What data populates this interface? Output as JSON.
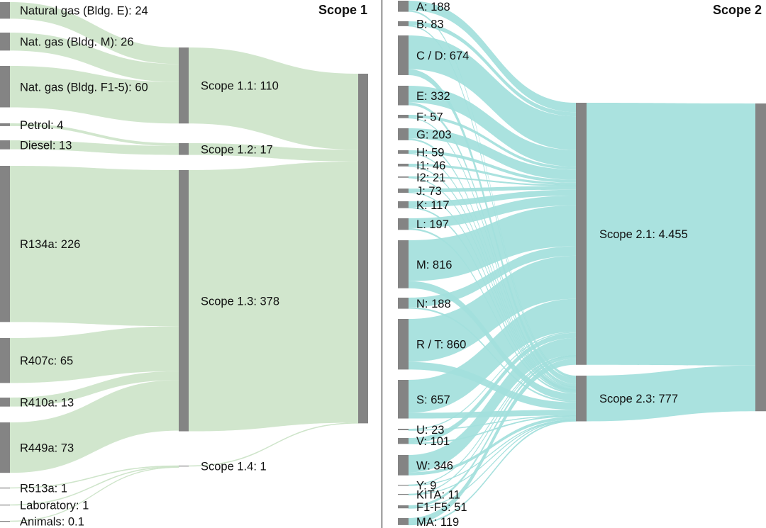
{
  "chart_data": {
    "type": "sankey",
    "panels": [
      {
        "title": "Scope 1",
        "colors": {
          "flow": "#cde4c9",
          "node": "#848484"
        },
        "nodes": [
          {
            "id": "ng_e",
            "label": "Natural gas (Bldg. E)",
            "value": 24,
            "value_label": "24"
          },
          {
            "id": "ng_m",
            "label": "Nat. gas (Bldg. M)",
            "value": 26,
            "value_label": "26"
          },
          {
            "id": "ng_f",
            "label": "Nat. gas (Bldg. F1-5)",
            "value": 60,
            "value_label": "60"
          },
          {
            "id": "petrol",
            "label": "Petrol",
            "value": 4,
            "value_label": "4"
          },
          {
            "id": "diesel",
            "label": "Diesel",
            "value": 13,
            "value_label": "13"
          },
          {
            "id": "r134a",
            "label": "R134a",
            "value": 226,
            "value_label": "226"
          },
          {
            "id": "r407c",
            "label": "R407c",
            "value": 65,
            "value_label": "65"
          },
          {
            "id": "r410a",
            "label": "R410a",
            "value": 13,
            "value_label": "13"
          },
          {
            "id": "r449a",
            "label": "R449a",
            "value": 73,
            "value_label": "73"
          },
          {
            "id": "r513a",
            "label": "R513a",
            "value": 1,
            "value_label": "1"
          },
          {
            "id": "lab",
            "label": "Laboratory",
            "value": 1,
            "value_label": "1"
          },
          {
            "id": "animals",
            "label": "Animals",
            "value": 0.1,
            "value_label": "0.1"
          },
          {
            "id": "s11",
            "label": "Scope 1.1",
            "value": 110,
            "value_label": "110"
          },
          {
            "id": "s12",
            "label": "Scope 1.2",
            "value": 17,
            "value_label": "17"
          },
          {
            "id": "s13",
            "label": "Scope 1.3",
            "value": 378,
            "value_label": "378"
          },
          {
            "id": "s14",
            "label": "Scope 1.4",
            "value": 1,
            "value_label": "1"
          },
          {
            "id": "s1",
            "label": "",
            "value": 506,
            "value_label": ""
          }
        ],
        "links": [
          [
            "ng_e",
            "s11",
            24
          ],
          [
            "ng_m",
            "s11",
            26
          ],
          [
            "ng_f",
            "s11",
            60
          ],
          [
            "petrol",
            "s12",
            4
          ],
          [
            "diesel",
            "s12",
            13
          ],
          [
            "r134a",
            "s13",
            226
          ],
          [
            "r407c",
            "s13",
            65
          ],
          [
            "r410a",
            "s13",
            13
          ],
          [
            "r449a",
            "s13",
            73
          ],
          [
            "r513a",
            "s14",
            1
          ],
          [
            "lab",
            "s14",
            1
          ],
          [
            "animals",
            "s14",
            0.1
          ],
          [
            "s11",
            "s1",
            110
          ],
          [
            "s12",
            "s1",
            17
          ],
          [
            "s13",
            "s1",
            378
          ],
          [
            "s14",
            "s1",
            1
          ]
        ]
      },
      {
        "title": "Scope 2",
        "colors": {
          "flow": "#a3dfdc",
          "node": "#848484"
        },
        "nodes": [
          {
            "id": "A",
            "label": "A",
            "value": 188,
            "value_label": "188"
          },
          {
            "id": "B",
            "label": "B",
            "value": 83,
            "value_label": "83"
          },
          {
            "id": "CD",
            "label": "C / D",
            "value": 674,
            "value_label": "674"
          },
          {
            "id": "E",
            "label": "E",
            "value": 332,
            "value_label": "332"
          },
          {
            "id": "F",
            "label": "F",
            "value": 57,
            "value_label": "57"
          },
          {
            "id": "G",
            "label": "G",
            "value": 203,
            "value_label": "203"
          },
          {
            "id": "H",
            "label": "H",
            "value": 59,
            "value_label": "59"
          },
          {
            "id": "I1",
            "label": "I1",
            "value": 46,
            "value_label": "46"
          },
          {
            "id": "I2",
            "label": "I2",
            "value": 21,
            "value_label": "21"
          },
          {
            "id": "J",
            "label": "J",
            "value": 73,
            "value_label": "73"
          },
          {
            "id": "K",
            "label": "K",
            "value": 117,
            "value_label": "117"
          },
          {
            "id": "L",
            "label": "L",
            "value": 197,
            "value_label": "197"
          },
          {
            "id": "M",
            "label": "M",
            "value": 816,
            "value_label": "816"
          },
          {
            "id": "N",
            "label": "N",
            "value": 188,
            "value_label": "188"
          },
          {
            "id": "RT",
            "label": "R / T",
            "value": 860,
            "value_label": "860"
          },
          {
            "id": "S",
            "label": "S",
            "value": 657,
            "value_label": "657"
          },
          {
            "id": "U",
            "label": "U",
            "value": 23,
            "value_label": "23"
          },
          {
            "id": "V",
            "label": "V",
            "value": 101,
            "value_label": "101"
          },
          {
            "id": "W",
            "label": "W",
            "value": 346,
            "value_label": "346"
          },
          {
            "id": "Y",
            "label": "Y",
            "value": 9,
            "value_label": "9"
          },
          {
            "id": "KITA",
            "label": "KITA",
            "value": 11,
            "value_label": "11"
          },
          {
            "id": "F1F5",
            "label": "F1-F5",
            "value": 51,
            "value_label": "51"
          },
          {
            "id": "MA",
            "label": "MA",
            "value": 119,
            "value_label": "119"
          },
          {
            "id": "s21",
            "label": "Scope 2.1",
            "value": 4455,
            "value_label": "4.455"
          },
          {
            "id": "s23",
            "label": "Scope 2.3",
            "value": 777,
            "value_label": "777"
          },
          {
            "id": "s2",
            "label": "",
            "value": 5232,
            "value_label": ""
          }
        ],
        "split_note_share_to_s21": 0.8515
      }
    ]
  }
}
